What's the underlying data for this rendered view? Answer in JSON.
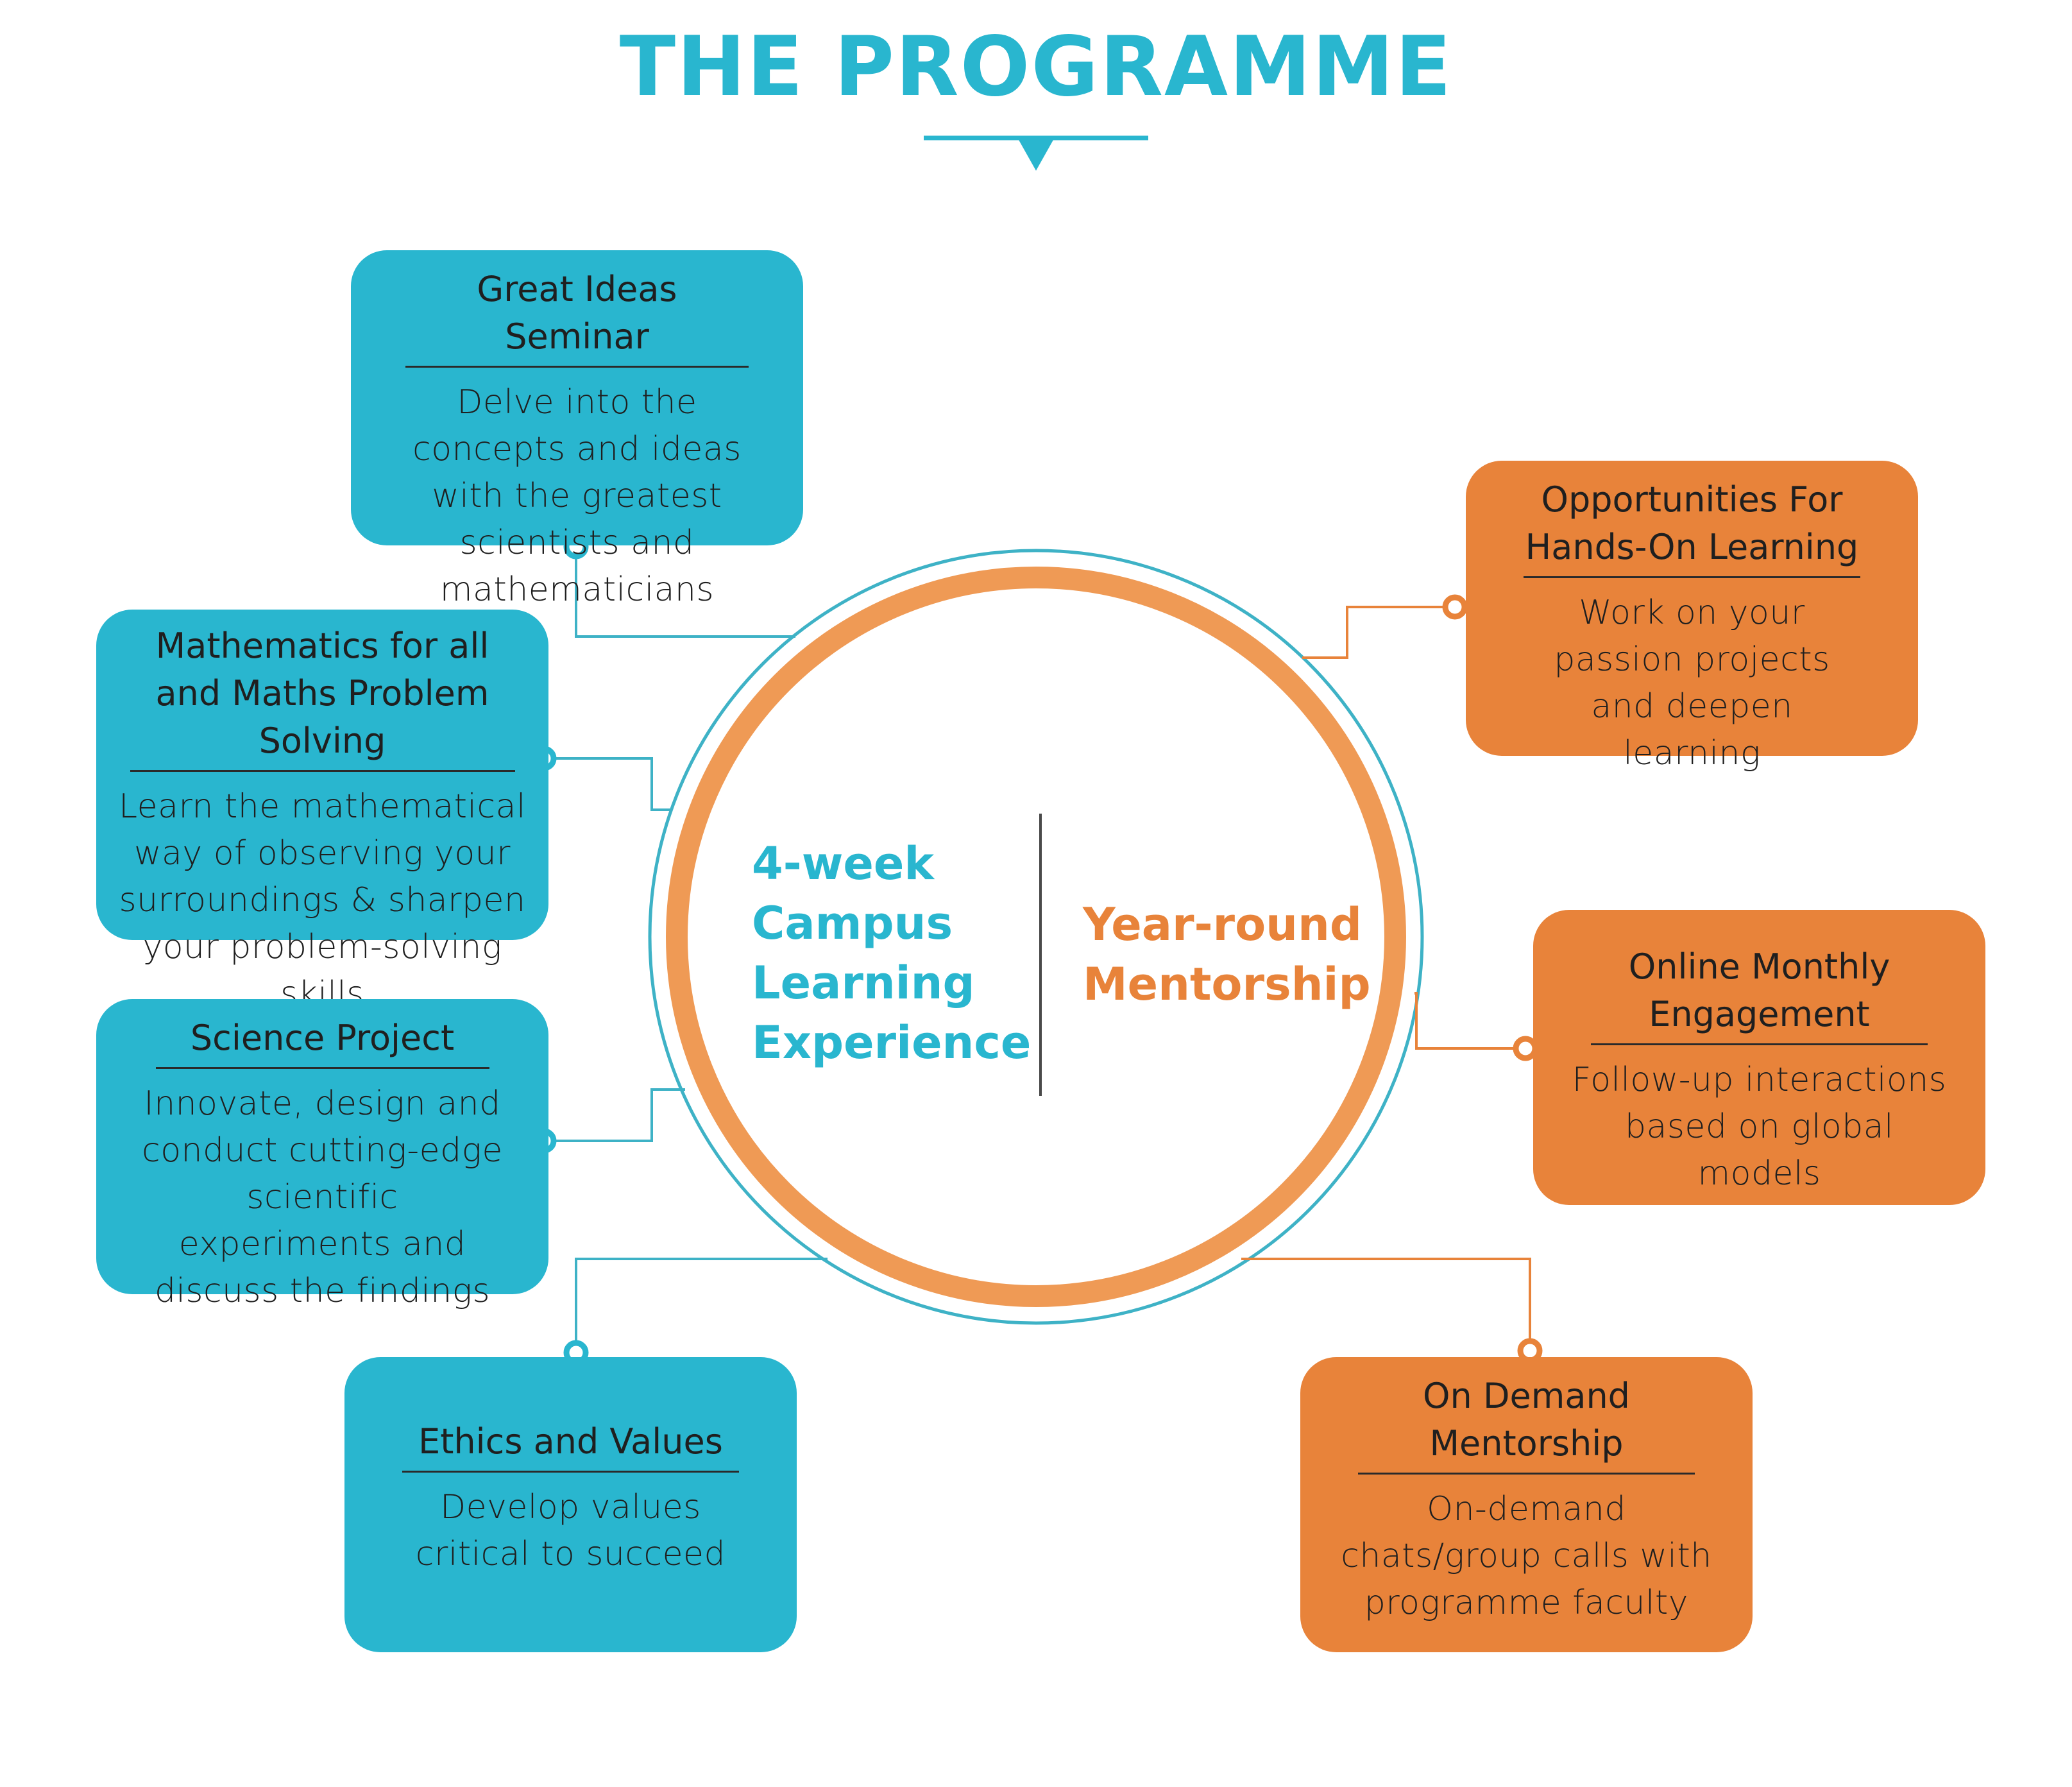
{
  "colors": {
    "blue": "#29b6cf",
    "orange": "#e8833a",
    "ring_orange": "#ef9a55",
    "ring_outline": "#3eb2c6",
    "text_dark": "#1f1f1f",
    "divider": "#4a4a4a"
  },
  "title": "THE PROGRAMME",
  "center": {
    "left_text": "4-week\nCampus\nLearning\nExperience",
    "right_text": "Year-round\nMentorship"
  },
  "left_cards": [
    {
      "title": "Great Ideas Seminar",
      "description": "Delve into the concepts and ideas with the greatest scientists and mathematicians"
    },
    {
      "title": "Mathematics for all and Maths Problem Solving",
      "description": "Learn the mathematical way of observing your surroundings & sharpen your problem-solving skills"
    },
    {
      "title": "Science Project",
      "description": "Innovate, design and conduct cutting-edge scientific experiments and discuss the findings"
    },
    {
      "title": "Ethics and Values",
      "description": "Develop values critical to succeed"
    }
  ],
  "right_cards": [
    {
      "title": "Opportunities For Hands-On Learning",
      "description": "Work on your passion projects and deepen learning"
    },
    {
      "title": "Online Monthly Engagement",
      "description": "Follow-up interactions based on global models"
    },
    {
      "title": "On Demand Mentorship",
      "description": "On-demand chats/group calls with programme faculty"
    }
  ]
}
